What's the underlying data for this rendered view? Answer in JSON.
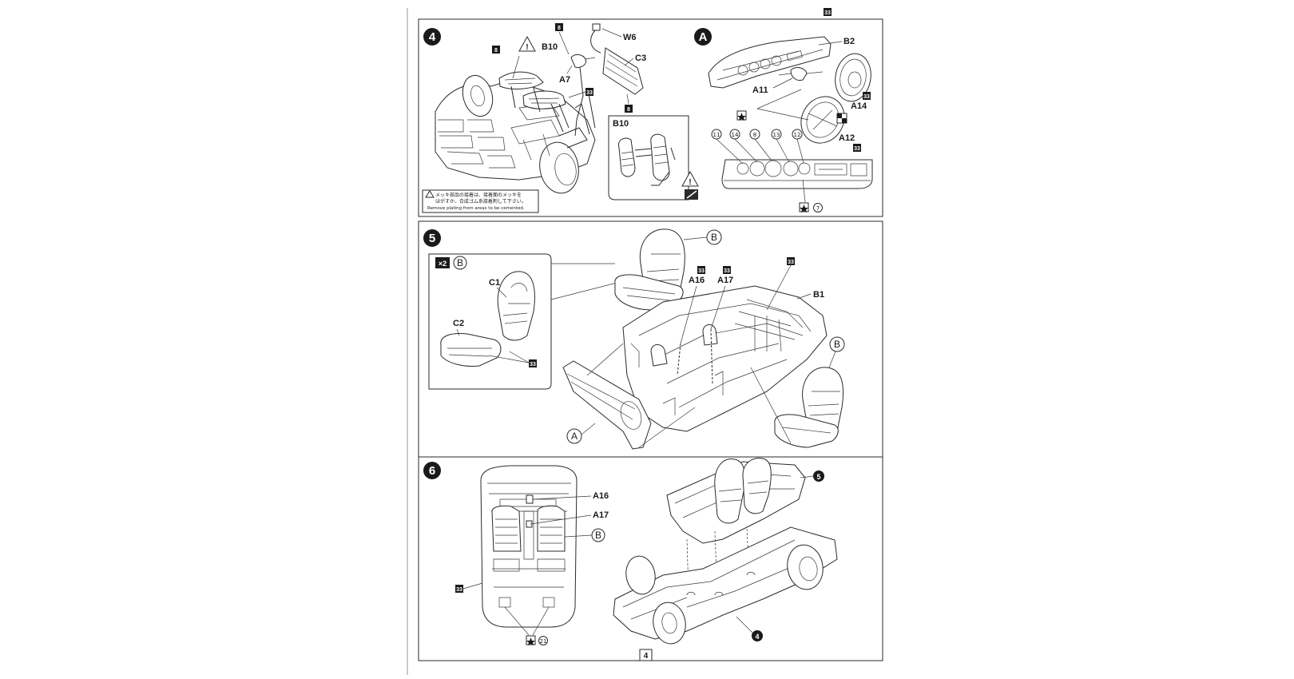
{
  "page_number": "4",
  "paint_color_id": "33",
  "steps": [
    {
      "number": "4",
      "labels": {
        "b10": "B10",
        "w6": "W6",
        "c3": "C3",
        "a7": "A7"
      },
      "paint_tags": [
        "8",
        "8",
        "8",
        "33"
      ],
      "inset_label": "B10",
      "note_jp_line1": "メッキ部品の接着は、接着面のメッキを",
      "note_jp_line2": "はがすか、合成ゴム系接着剤して下さい。",
      "note_en": "Remove plating from areas to be cemented."
    },
    {
      "number": "5",
      "labels": {
        "b": "B",
        "a16": "A16",
        "a17": "A17",
        "b1": "B1",
        "c1": "C1",
        "c2": "C2",
        "a": "A"
      },
      "inset_qty": "×2",
      "paint_tags": [
        "33",
        "33",
        "33",
        "33"
      ]
    },
    {
      "number": "6",
      "labels": {
        "a16": "A16",
        "a17": "A17",
        "b": "B",
        "ref_step5": "5",
        "ref_step4": "4",
        "paint_33": "33"
      },
      "decal_ref": "21"
    }
  ],
  "sub_assembly_a": {
    "letter": "A",
    "labels": {
      "b2": "B2",
      "a11": "A11",
      "a14": "A14",
      "a12": "A12"
    },
    "paint_tags": [
      "33",
      "33",
      "33"
    ],
    "gauge_decals": [
      "11",
      "14",
      "8",
      "13",
      "12"
    ],
    "decal_ref": "7"
  }
}
